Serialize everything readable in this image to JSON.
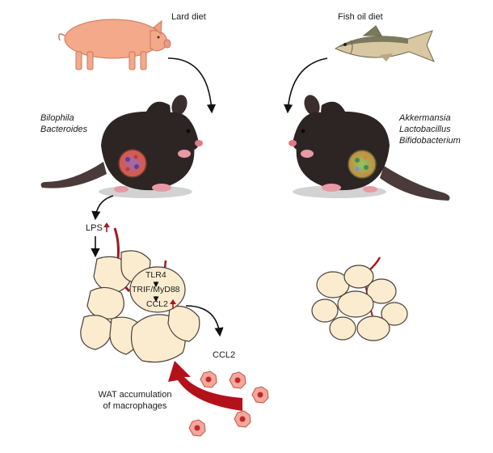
{
  "left": {
    "diet_label": "Lard diet",
    "bacteria": [
      "Bilophila",
      "Bacteroides"
    ],
    "lps_label": "LPS",
    "signaling": [
      "TLR4",
      "TRIF/MyD88",
      "CCL2"
    ],
    "ccl2_label": "CCL2",
    "macrophage_caption": [
      "WAT accumulation",
      "of macrophages"
    ]
  },
  "right": {
    "diet_label": "Fish oil diet",
    "bacteria": [
      "Akkermansia",
      "Lactobacillus",
      "Bifidobacterium"
    ]
  },
  "colors": {
    "pig": "#f4a98a",
    "fish_back": "#7c7a5c",
    "fish_belly": "#d9c7a1",
    "mouse": "#2d2524",
    "fat_cell": "#fbecd0",
    "up_arrow": "#b0141c",
    "macrophage_arrow": "#b3121b"
  }
}
